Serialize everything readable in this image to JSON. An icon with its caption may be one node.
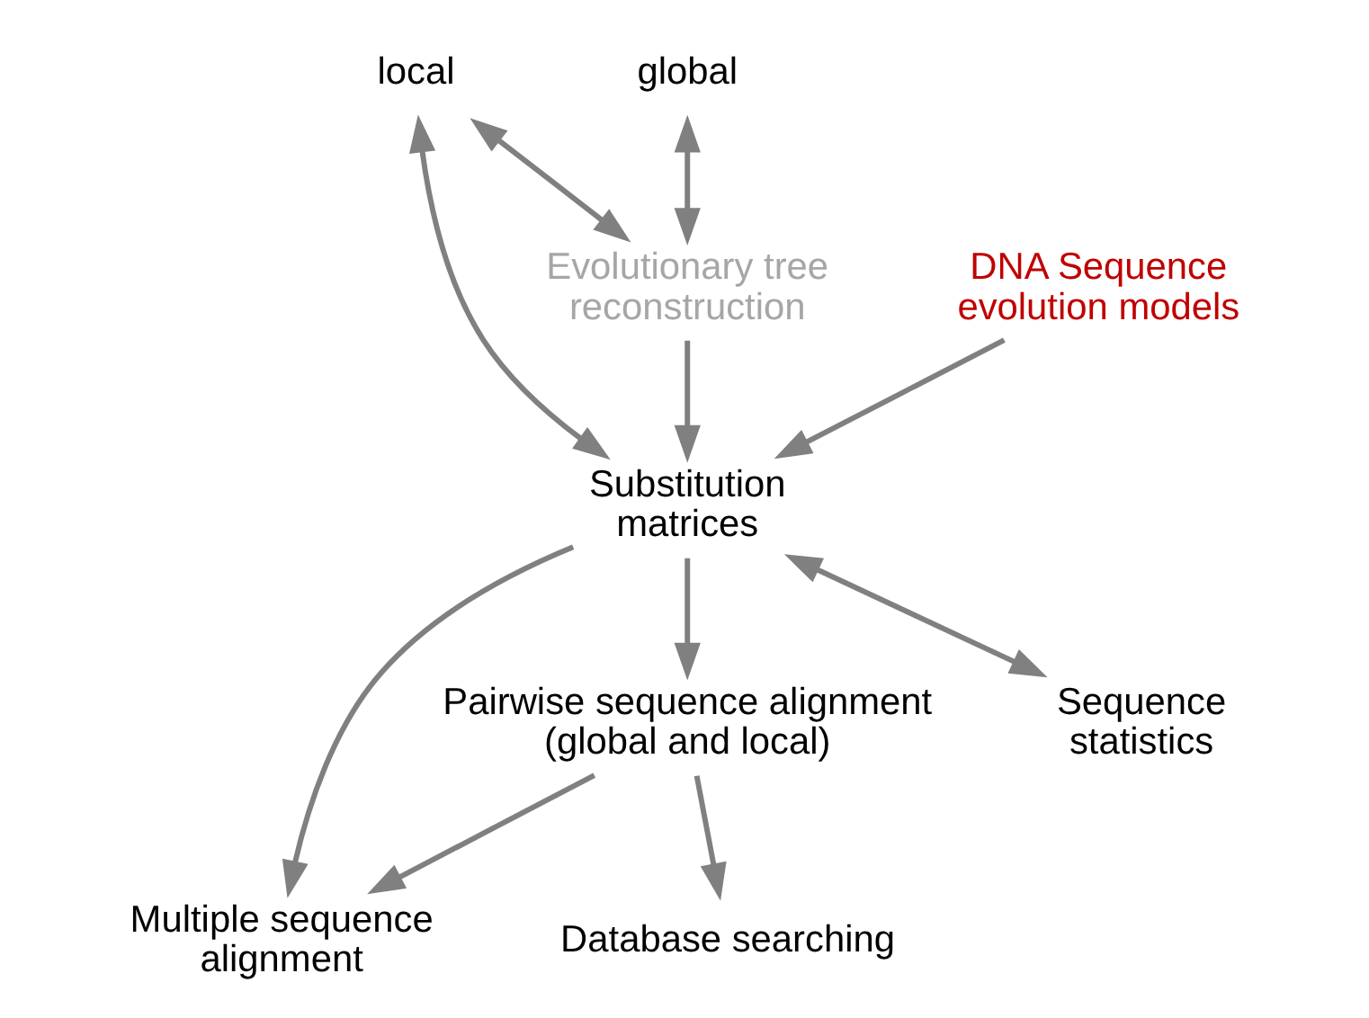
{
  "diagram": {
    "nodes": [
      {
        "text": [
          "Pairwise sequence alignment (global and local)"
        ]
      },
      {
        "text": [
          "Multiple sequence alignment"
        ]
      },
      {
        "text": [
          "global"
        ]
      },
      {
        "text": [
          "local"
        ]
      },
      {
        "text": [
          "DNA Sequence evolution models"
        ]
      },
      {
        "text": [
          "Database searching"
        ]
      },
      {
        "text": [
          "Substitution matrices"
        ]
      },
      {
        "text": [
          "Sequence statistics"
        ]
      },
      {
        "text": [
          "Evolutionary tree reconstruction"
        ]
      }
    ],
    "edges": [
      {
        "from": 0,
        "to": 1,
        "arrow": "to"
      },
      {
        "from": 0,
        "to": 5,
        "arrow": "to"
      },
      {
        "from": 6,
        "to": 0,
        "arrow": "to"
      },
      {
        "from": 6,
        "to": 1,
        "arrow": "to"
      },
      {
        "from": 4,
        "to": 6,
        "arrow": "to"
      },
      {
        "from": 3,
        "to": 6,
        "arrow": "both"
      },
      {
        "from": 6,
        "to": 7,
        "arrow": "both"
      },
      {
        "from": 8,
        "to": 6,
        "arrow": "to"
      },
      {
        "from": 2,
        "to": 8,
        "arrow": "both"
      },
      {
        "from": 3,
        "to": 8,
        "arrow": "both"
      }
    ]
  }
}
